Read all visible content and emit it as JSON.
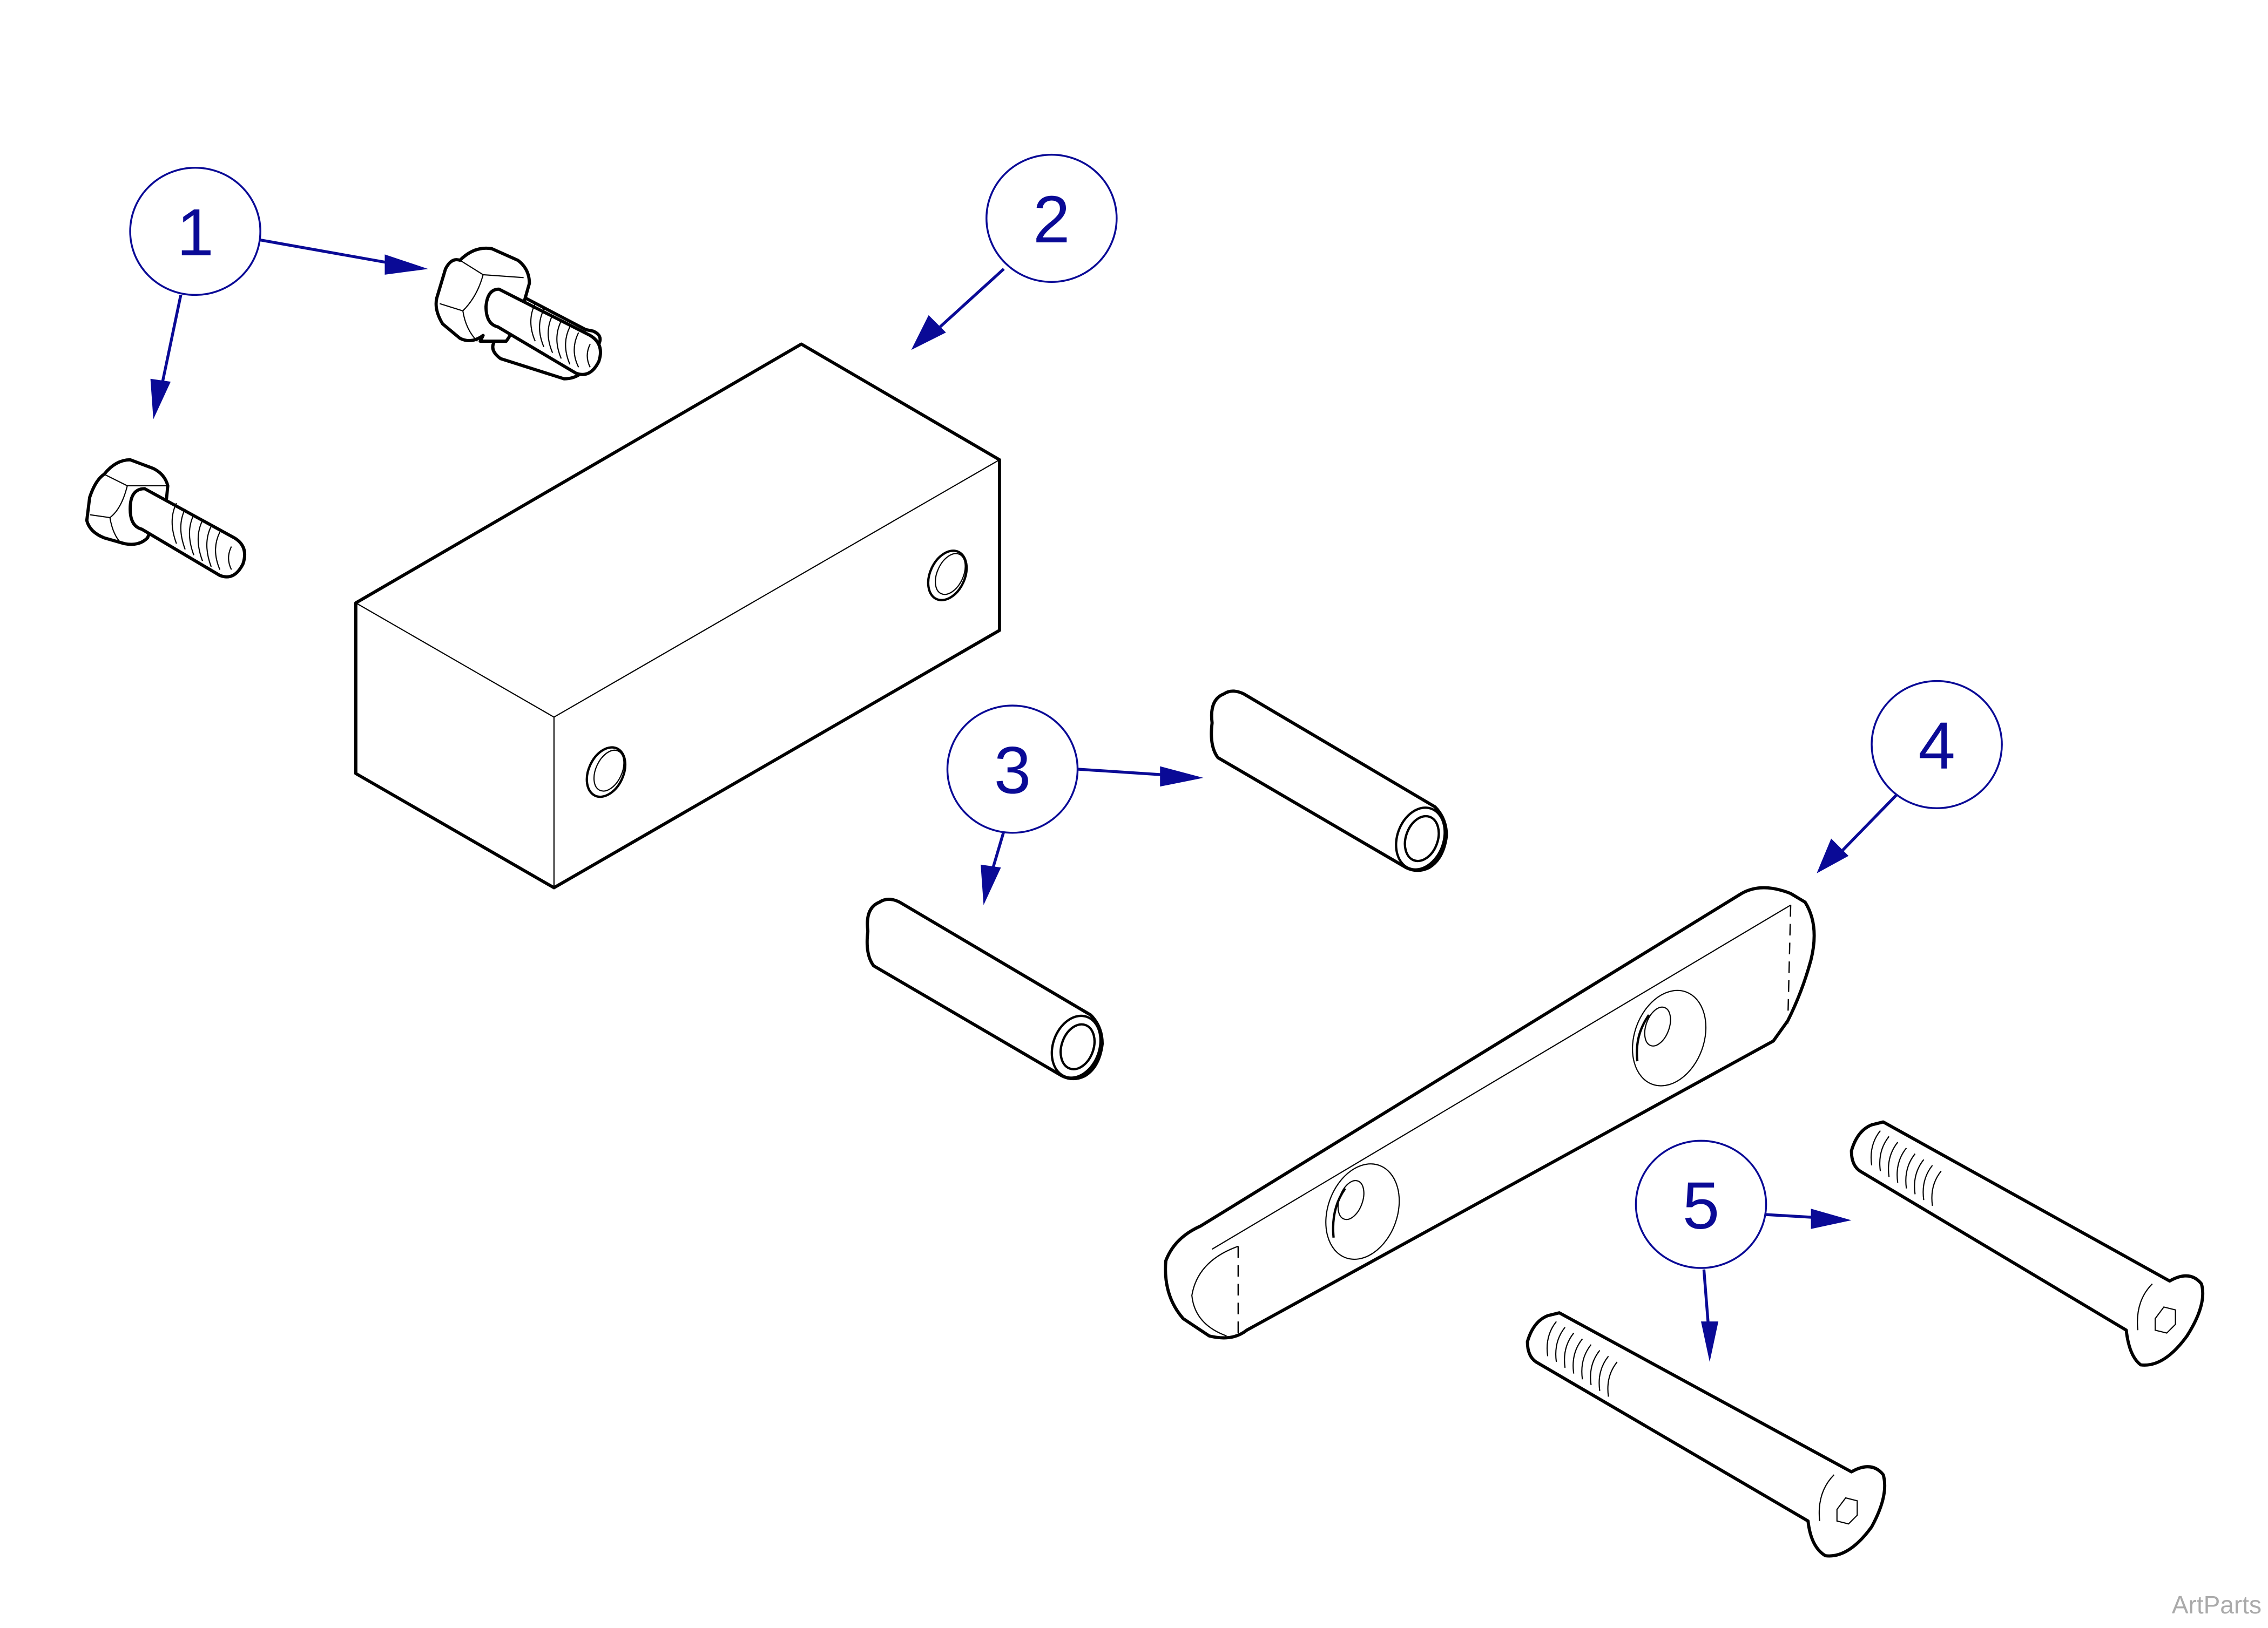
{
  "diagram": {
    "type": "exploded-parts-illustration",
    "line_color": "#000000",
    "callout_color": "#0a0a96",
    "background": "#ffffff",
    "callouts": [
      {
        "number": "1",
        "part": "hex head bolt",
        "quantity_shown": 2
      },
      {
        "number": "2",
        "part": "rectangular block with two holes",
        "quantity_shown": 1
      },
      {
        "number": "3",
        "part": "cylindrical spacer",
        "quantity_shown": 2
      },
      {
        "number": "4",
        "part": "link plate with two countersunk holes",
        "quantity_shown": 1
      },
      {
        "number": "5",
        "part": "flat head socket cap screw",
        "quantity_shown": 2
      }
    ]
  },
  "watermark": "ArtParts"
}
